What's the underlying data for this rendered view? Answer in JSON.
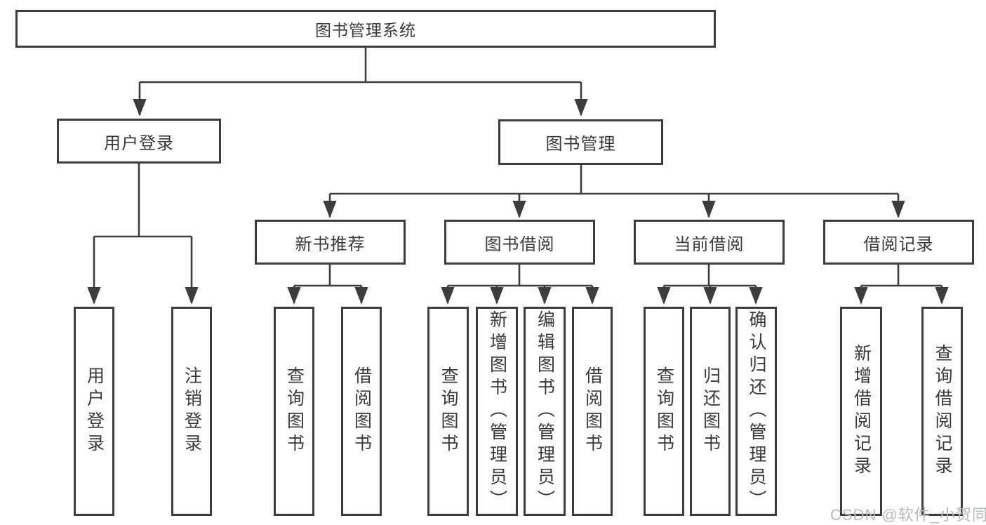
{
  "tree": {
    "root": "图书管理系统",
    "login": {
      "label": "用户登录",
      "children": [
        "用户登录",
        "注销登录"
      ]
    },
    "mgmt": {
      "label": "图书管理",
      "groups": [
        {
          "label": "新书推荐",
          "children": [
            "查询图书",
            "借阅图书"
          ]
        },
        {
          "label": "图书借阅",
          "children": [
            "查询图书",
            "新增图书（管理员）",
            "编辑图书（管理员）",
            "借阅图书"
          ]
        },
        {
          "label": "当前借阅",
          "children": [
            "查询图书",
            "归还图书",
            "确认归还（管理员）"
          ]
        },
        {
          "label": "借阅记录",
          "children": [
            "新增借阅记录",
            "查询借阅记录"
          ]
        }
      ]
    }
  },
  "watermark": {
    "text": "CSDN @软件_小贺同学"
  },
  "colors": {
    "line": "#3d3d3d",
    "text": "#3a3a3a",
    "watermark_text": "#b7bbbe",
    "background": "#ffffff"
  }
}
